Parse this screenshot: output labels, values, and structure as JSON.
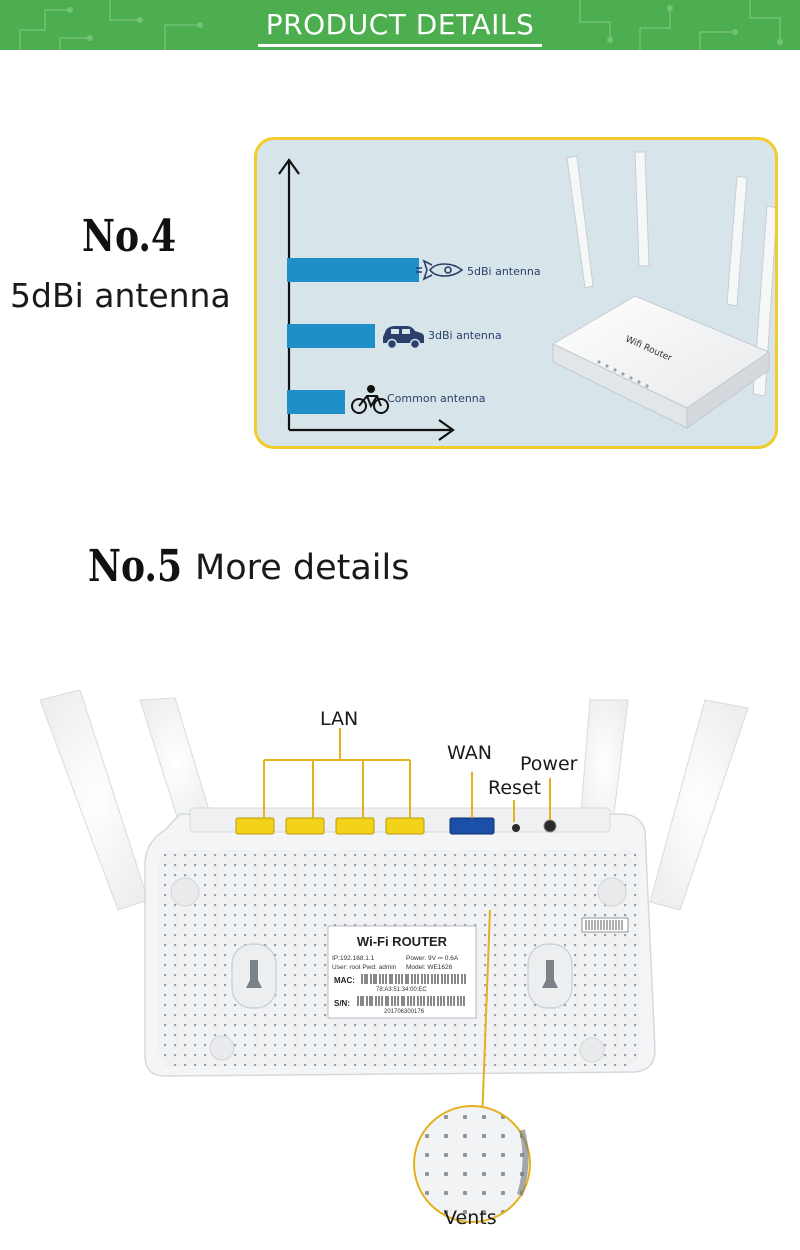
{
  "header": {
    "title": "PRODUCT DETAILS"
  },
  "section4": {
    "number": "No.4",
    "title": "5dBi antenna",
    "bars": [
      {
        "label": "5dBi antenna",
        "icon": "rocket-icon",
        "relative_strength": 3
      },
      {
        "label": "3dBi antenna",
        "icon": "car-icon",
        "relative_strength": 2
      },
      {
        "label": "Common antenna",
        "icon": "bicycle-icon",
        "relative_strength": 1
      }
    ],
    "router_label": "Wifi Router"
  },
  "section5": {
    "number": "No.5",
    "title": "More details",
    "ports": {
      "lan": "LAN",
      "wan": "WAN",
      "reset": "Reset",
      "power": "Power",
      "vents": "Vents"
    },
    "sticker": {
      "title": "Wi-Fi ROUTER",
      "ip": "IP:192.168.1.1",
      "power": "Power: 9V ⎓ 0.6A",
      "user": "User: root Pwd: admin",
      "model": "Model: WE1626",
      "mac_label": "MAC:",
      "mac": "78:A3:51:34:00:EC",
      "sn_label": "S/N:",
      "sn": "201706300176"
    }
  },
  "colors": {
    "header": "#4cae4f",
    "bar": "#1f8fc8",
    "panel_border": "#f1cc2a",
    "panel_bg": "#d7e5ea",
    "lan_port": "#f2d31a",
    "wan_port": "#1c4fa8",
    "callout_line": "#e2b21f"
  }
}
